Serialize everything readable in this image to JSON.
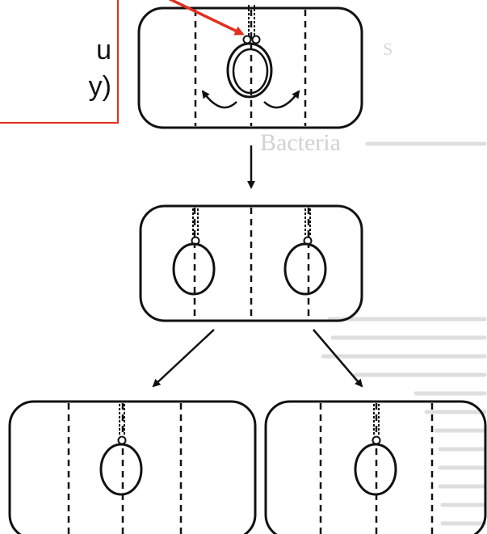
{
  "annotation": {
    "lines": [
      "u",
      "y)"
    ],
    "box_color": "#e0301e",
    "arrow_color": "#e0301e"
  },
  "background_text": {
    "heading_fragment": "Bacteria",
    "side_fragment": "S"
  },
  "colors": {
    "outline": "#111111",
    "background": "#ffffff"
  }
}
